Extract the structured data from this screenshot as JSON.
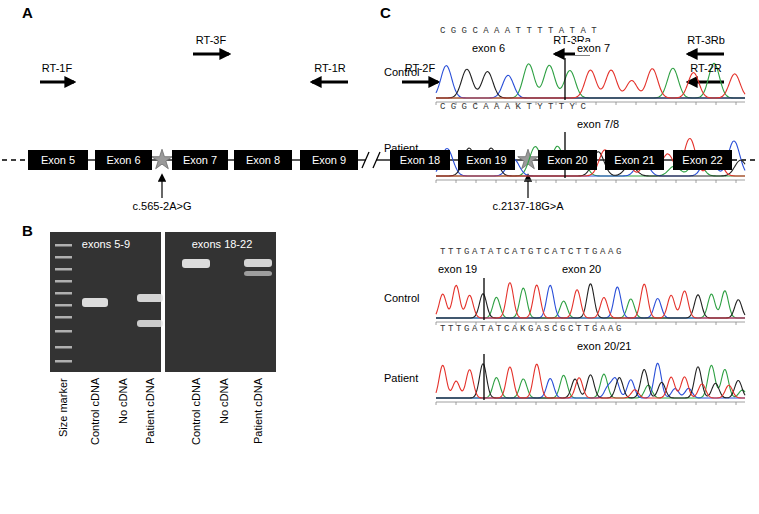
{
  "diagram": {
    "nodes": [
      {
        "text": [
          "Exon 5"
        ]
      },
      {
        "text": [
          "Exon 6"
        ]
      },
      {
        "text": [
          "Exon 7"
        ]
      },
      {
        "text": [
          "Exon 8"
        ]
      },
      {
        "text": [
          "Exon 9"
        ]
      },
      {
        "text": [
          "Exon 18"
        ]
      },
      {
        "text": [
          "Exon 19"
        ]
      },
      {
        "text": [
          "Exon 20"
        ]
      },
      {
        "text": [
          "Exon 21"
        ]
      },
      {
        "text": [
          "Exon 22"
        ]
      }
    ],
    "edges": [
      {
        "from": 0,
        "to": 1,
        "arrow": "none"
      },
      {
        "from": 1,
        "to": 2,
        "arrow": "none"
      },
      {
        "from": 2,
        "to": 3,
        "arrow": "none"
      },
      {
        "from": 3,
        "to": 4,
        "arrow": "none"
      },
      {
        "from": 4,
        "to": 5,
        "arrow": "none"
      },
      {
        "from": 5,
        "to": 6,
        "arrow": "none"
      },
      {
        "from": 6,
        "to": 7,
        "arrow": "none"
      },
      {
        "from": 7,
        "to": 8,
        "arrow": "none"
      },
      {
        "from": 8,
        "to": 9,
        "arrow": "none"
      }
    ],
    "labels": [
      "A",
      "RT-1F",
      "RT-3F",
      "RT-1R",
      "RT-2F",
      "RT-3Ra",
      "RT-3Rb",
      "RT-2R",
      "c.565-2A>G",
      "c.2137-18G>A",
      "B",
      "exons 5-9",
      "exons 18-22",
      "Size marker",
      "Control cDNA",
      "No cDNA",
      "Patient cDNA",
      "Control cDNA",
      "No cDNA",
      "Patient cDNA",
      "C",
      "Control",
      "exon 6",
      "exon 7",
      "CGGCAAATTTTATAT",
      "Patient",
      "exon 7/8",
      "CGGCAAAKTYTTYC",
      "Control",
      "exon 19",
      "exon 20",
      "TTTGATATCATGTCATCTTGAAG",
      "Patient",
      "exon 20/21",
      "TTTGATATCAKGASCGCTTGAAG"
    ]
  }
}
